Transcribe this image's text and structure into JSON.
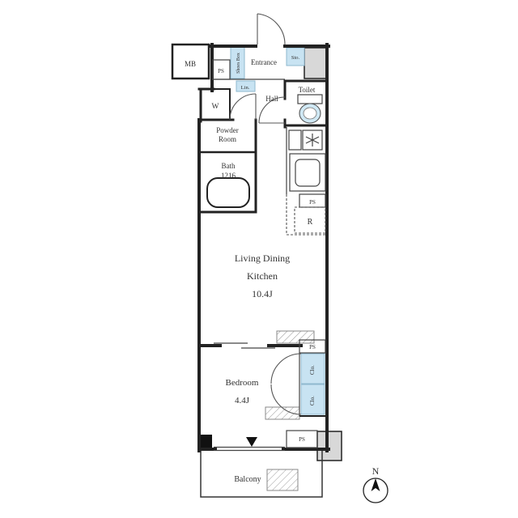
{
  "colors": {
    "wall": "#222222",
    "storage_fill": "#c8e3f2",
    "storage_stroke": "#8fb8cf",
    "pillar_fill": "#d8d8d8",
    "fixture_fill": "#cfe8f4",
    "text": "#333333"
  },
  "rooms": {
    "entrance": "Entrance",
    "hall": "Hall",
    "toilet": "Toilet",
    "powder_line1": "Powder",
    "powder_line2": "Room",
    "bath_line1": "Bath",
    "bath_line2": "1216",
    "ldk_line1": "Living Dining",
    "ldk_line2": "Kitchen",
    "ldk_size": "10.4J",
    "bedroom": "Bedroom",
    "bedroom_size": "4.4J",
    "balcony": "Balcony"
  },
  "fixtures": {
    "meter_box": "MB",
    "pipe_space": "PS",
    "shoes_box": "Shoes Box",
    "storage": "Sto.",
    "linen": "Lin.",
    "washer": "W",
    "refrigerator": "R",
    "closet": "Clo."
  },
  "compass": {
    "north_label": "N"
  }
}
